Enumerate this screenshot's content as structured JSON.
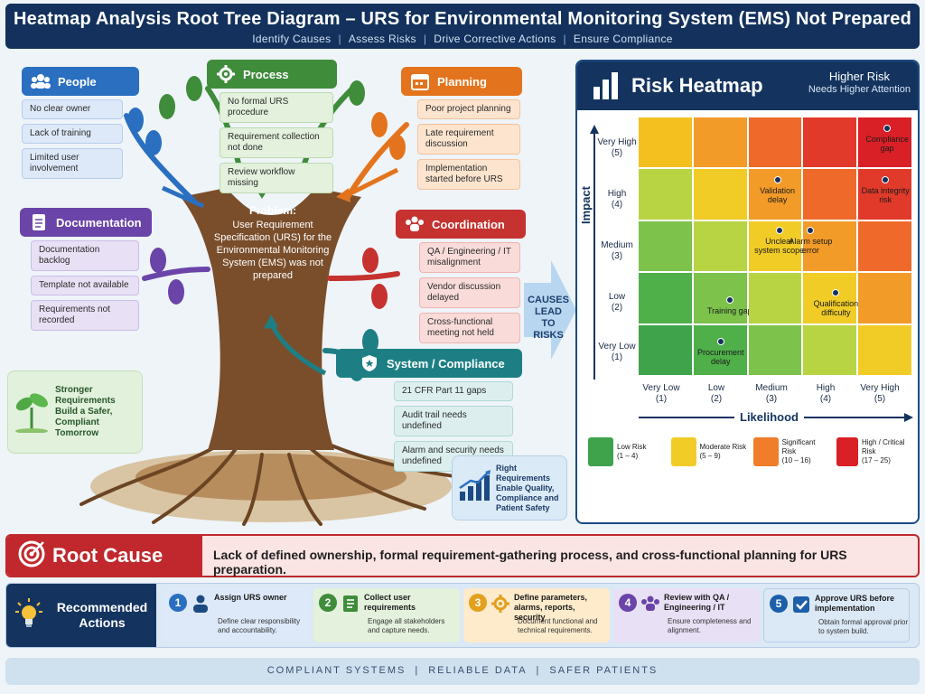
{
  "header": {
    "title": "Heatmap Analysis Root Tree Diagram – URS for Environmental Monitoring System (EMS) Not Prepared",
    "subtitle_items": [
      "Identify Causes",
      "Assess Risks",
      "Drive Corrective Actions",
      "Ensure Compliance"
    ],
    "separator": "|"
  },
  "categories": {
    "people": {
      "label": "People",
      "icon": "people-icon",
      "items": [
        "No clear owner",
        "Lack of training",
        "Limited user involvement"
      ]
    },
    "process": {
      "label": "Process",
      "icon": "gear-icon",
      "items": [
        "No formal URS procedure",
        "Requirement collection not done",
        "Review workflow missing"
      ]
    },
    "planning": {
      "label": "Planning",
      "icon": "calendar-icon",
      "items": [
        "Poor project planning",
        "Late requirement discussion",
        "Implementation started before URS"
      ]
    },
    "documentation": {
      "label": "Documentation",
      "icon": "document-icon",
      "items": [
        "Documentation backlog",
        "Template not available",
        "Requirements not recorded"
      ]
    },
    "coordination": {
      "label": "Coordination",
      "icon": "team-icon",
      "items": [
        "QA / Engineering / IT misalignment",
        "Vendor discussion delayed",
        "Cross-functional meeting not held"
      ]
    },
    "system": {
      "label": "System / Compliance",
      "icon": "shield-star-icon",
      "items": [
        "21 CFR Part 11 gaps",
        "Audit trail needs undefined",
        "Alarm and security needs undefined"
      ]
    }
  },
  "problem": {
    "title": "Problem:",
    "text": "User Requirement Specification (URS) for the Environmental Monitoring System (EMS) was not prepared"
  },
  "stronger_note": "Stronger Requirements Build a Safer, Compliant Tomorrow",
  "right_requirements_note": "Right Requirements Enable Quality, Compliance and Patient Safety",
  "causes_arrow_text": "CAUSES LEAD TO RISKS",
  "heatmap": {
    "title": "Risk Heatmap",
    "note_line1": "Higher Risk",
    "note_line2": "Needs Higher Attention",
    "y_axis_label": "Impact",
    "x_axis_label": "Likelihood",
    "impact_levels": [
      {
        "name": "Very High",
        "num": "(5)"
      },
      {
        "name": "High",
        "num": "(4)"
      },
      {
        "name": "Medium",
        "num": "(3)"
      },
      {
        "name": "Low",
        "num": "(2)"
      },
      {
        "name": "Very Low",
        "num": "(1)"
      }
    ],
    "likelihood_levels": [
      {
        "name": "Very Low",
        "num": "(1)"
      },
      {
        "name": "Low",
        "num": "(2)"
      },
      {
        "name": "Medium",
        "num": "(3)"
      },
      {
        "name": "High",
        "num": "(4)"
      },
      {
        "name": "Very High",
        "num": "(5)"
      }
    ],
    "cell_colors": [
      [
        "#f4c020",
        "#f39b28",
        "#ef6a2a",
        "#e23a2a",
        "#d92027"
      ],
      [
        "#b9d443",
        "#f1cc27",
        "#f39b28",
        "#ef6a2a",
        "#e23a2a"
      ],
      [
        "#7cc24b",
        "#b9d443",
        "#f1cc27",
        "#f39b28",
        "#ef6a2a"
      ],
      [
        "#4fb04a",
        "#7cc24b",
        "#b9d443",
        "#f1cc27",
        "#f39b28"
      ],
      [
        "#3ea34a",
        "#4fb04a",
        "#7cc24b",
        "#b9d443",
        "#f1cc27"
      ]
    ],
    "risks": [
      {
        "label": "Compliance gap",
        "impact": 5,
        "likelihood": 5
      },
      {
        "label": "Validation delay",
        "impact": 4,
        "likelihood": 3
      },
      {
        "label": "Data integrity risk",
        "impact": 4,
        "likelihood": 5
      },
      {
        "label": "Unclear system scope",
        "impact": 3,
        "likelihood": 3
      },
      {
        "label": "Alarm setup error",
        "impact": 3,
        "likelihood": 4
      },
      {
        "label": "Training gap",
        "impact": 2,
        "likelihood": 2
      },
      {
        "label": "Qualification difficulty",
        "impact": 2,
        "likelihood": 4
      },
      {
        "label": "Procurement delay",
        "impact": 1,
        "likelihood": 2
      }
    ],
    "legend": [
      {
        "label": "Low Risk",
        "range": "(1 – 4)",
        "color": "#3ea34a"
      },
      {
        "label": "Moderate Risk",
        "range": "(5 – 9)",
        "color": "#f1cc27"
      },
      {
        "label": "Significant Risk",
        "range": "(10 – 16)",
        "color": "#ef7d2a"
      },
      {
        "label": "High / Critical Risk",
        "range": "(17 – 25)",
        "color": "#d92027"
      }
    ]
  },
  "root_cause": {
    "label": "Root Cause",
    "text": "Lack of defined ownership, formal requirement-gathering process, and cross-functional planning for URS preparation."
  },
  "actions": {
    "title": "Recommended Actions",
    "items": [
      {
        "num": "1",
        "title": "Assign URS owner",
        "body": "Define clear responsibility and accountability.",
        "color": "#2a6fc0",
        "bg": "#dde9f8",
        "icon": "person-icon"
      },
      {
        "num": "2",
        "title": "Collect user requirements",
        "body": "Engage all stakeholders and capture needs.",
        "color": "#3f8c3b",
        "bg": "#e3f1dd",
        "icon": "checklist-icon"
      },
      {
        "num": "3",
        "title": "Define parameters, alarms, reports, security",
        "body": "Document functional and technical requirements.",
        "color": "#e3a01d",
        "bg": "#fdebcc",
        "icon": "gear-icon"
      },
      {
        "num": "4",
        "title": "Review with QA / Engineering / IT",
        "body": "Ensure completeness and alignment.",
        "color": "#6a44a8",
        "bg": "#e8e0f5",
        "icon": "team-icon"
      },
      {
        "num": "5",
        "title": "Approve URS before implementation",
        "body": "Obtain formal approval prior to system build.",
        "color": "#1d5fa8",
        "bg": "#dbe8f5",
        "icon": "check-box-icon"
      }
    ]
  },
  "footer": {
    "items": [
      "COMPLIANT SYSTEMS",
      "RELIABLE DATA",
      "SAFER PATIENTS"
    ],
    "separator": "|"
  }
}
